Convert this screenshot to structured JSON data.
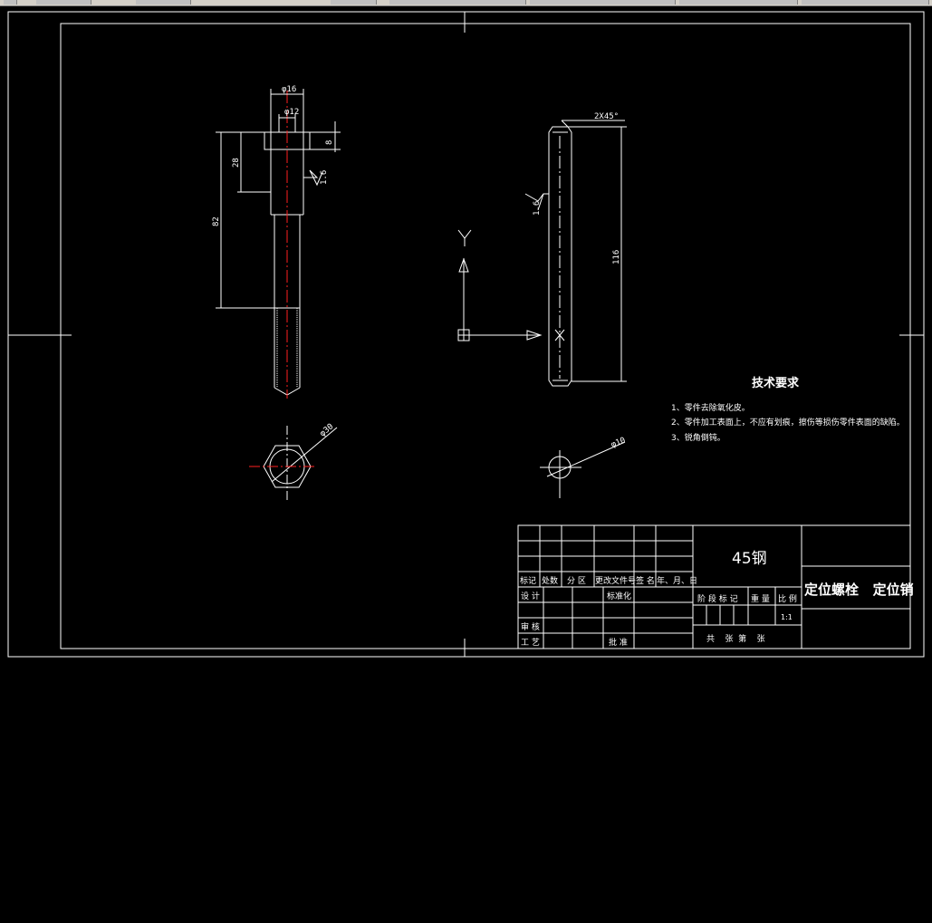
{
  "drawing": {
    "dims": {
      "d16": "φ16",
      "d12": "φ12",
      "h8": "8",
      "h28": "28",
      "h82": "82",
      "r16a": "1.6",
      "d30": "φ30",
      "chamfer": "2X45°",
      "r16b": "1.6",
      "l116": "116",
      "d10": "φ10"
    },
    "axis_y_label": "Y",
    "tech_req": {
      "title": "技术要求",
      "items": [
        "1、零件去除氧化皮。",
        "2、零件加工表面上，不应有划痕，擦伤等损伤零件表面的缺陷。",
        "3、锐角倒钝。"
      ]
    },
    "title_block": {
      "material": "45钢",
      "part_names": "定位螺栓   定位销",
      "hdr_mark": "标记",
      "hdr_count": "处数",
      "hdr_zone": "分 区",
      "hdr_docno": "更改文件号",
      "hdr_sign": "签 名",
      "hdr_date": "年、月、日",
      "design": "设 计",
      "standard": "标准化",
      "stage_mark": "阶 段 标 记",
      "weight": "重 量",
      "scale_label": "比 例",
      "scale": "1:1",
      "review": "审 核",
      "process": "工 艺",
      "approve": "批 准",
      "sheets": "共    张  第    张"
    }
  }
}
